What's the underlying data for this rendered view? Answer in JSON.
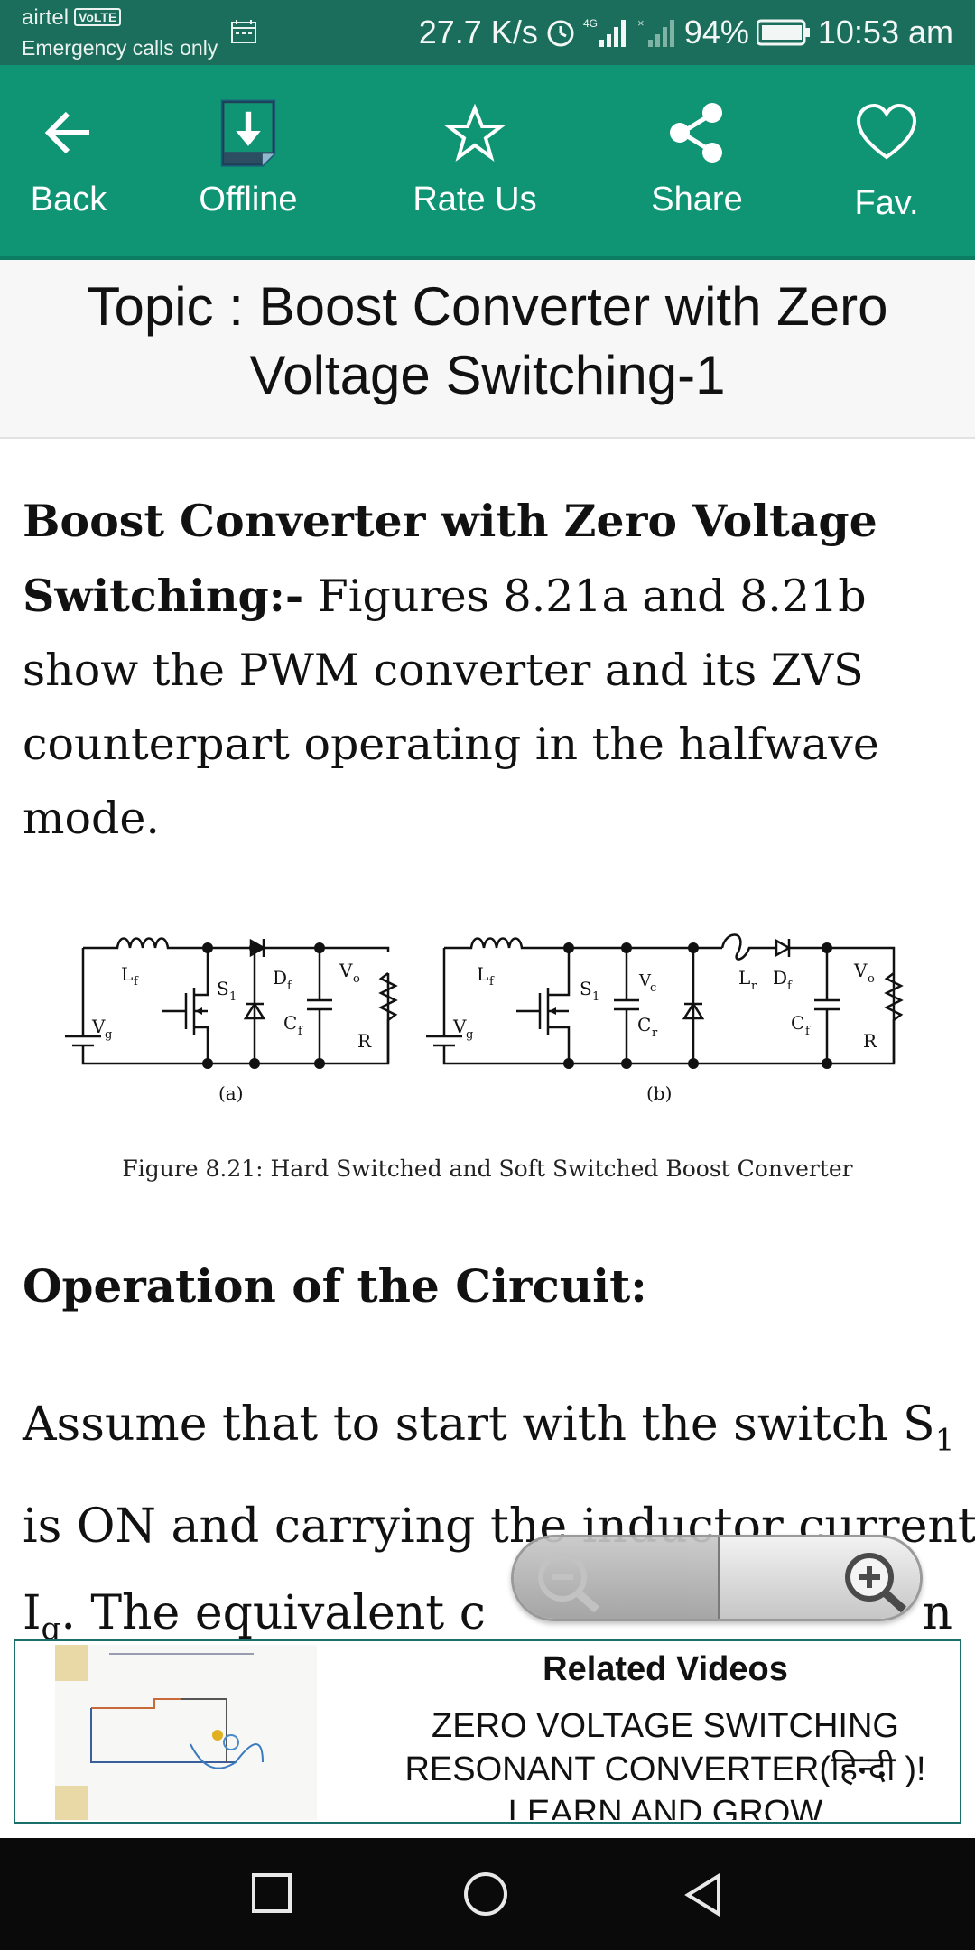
{
  "status_bar": {
    "carrier": "airtel",
    "volte": "VoLTE",
    "emergency": "Emergency calls only",
    "speed": "27.7 K/s",
    "battery": "94%",
    "time": "10:53 am"
  },
  "toolbar": {
    "items": [
      {
        "label": "Back",
        "icon": "arrow-left-icon"
      },
      {
        "label": "Offline",
        "icon": "download-document-icon"
      },
      {
        "label": "Rate Us",
        "icon": "star-icon"
      },
      {
        "label": "Share",
        "icon": "share-icon"
      },
      {
        "label": "Fav.",
        "icon": "heart-icon"
      }
    ],
    "background": "#0f9474"
  },
  "topic": {
    "title": "Topic : Boost Converter with Zero Voltage Switching-1"
  },
  "article": {
    "intro_bold": "Boost Converter with Zero Voltage Switching:-",
    "intro_text": " Figures 8.21a and 8.21b show the PWM converter and its ZVS counterpart operating in the halfwave mode.",
    "figure": {
      "labels_a": [
        "L",
        "f",
        "S",
        "1",
        "D",
        "f",
        "V",
        "o",
        "V",
        "g",
        "C",
        "f",
        "R",
        "(a)"
      ],
      "labels_b": [
        "L",
        "f",
        "S",
        "1",
        "V",
        "c",
        "L",
        "r",
        "D",
        "f",
        "V",
        "o",
        "V",
        "g",
        "C",
        "r",
        "C",
        "f",
        "R",
        "(b)"
      ],
      "caption": "Figure 8.21: Hard Switched and Soft Switched Boost Converter"
    },
    "heading": "Operation of the Circuit:",
    "para_line1": "Assume that to start with the switch S",
    "para_line1_sub": "1",
    "para_line2": "is ON and carrying the inductor current",
    "para_line3_a": "I",
    "para_line3_sub": "g",
    "para_line3_b": ". The equivalent c",
    "para_line3_end": "n"
  },
  "related": {
    "title": "Related Videos",
    "video_title": "ZERO VOLTAGE SWITCHING RESONANT CONVERTER(हिन्दी )! LEARN AND GROW"
  }
}
